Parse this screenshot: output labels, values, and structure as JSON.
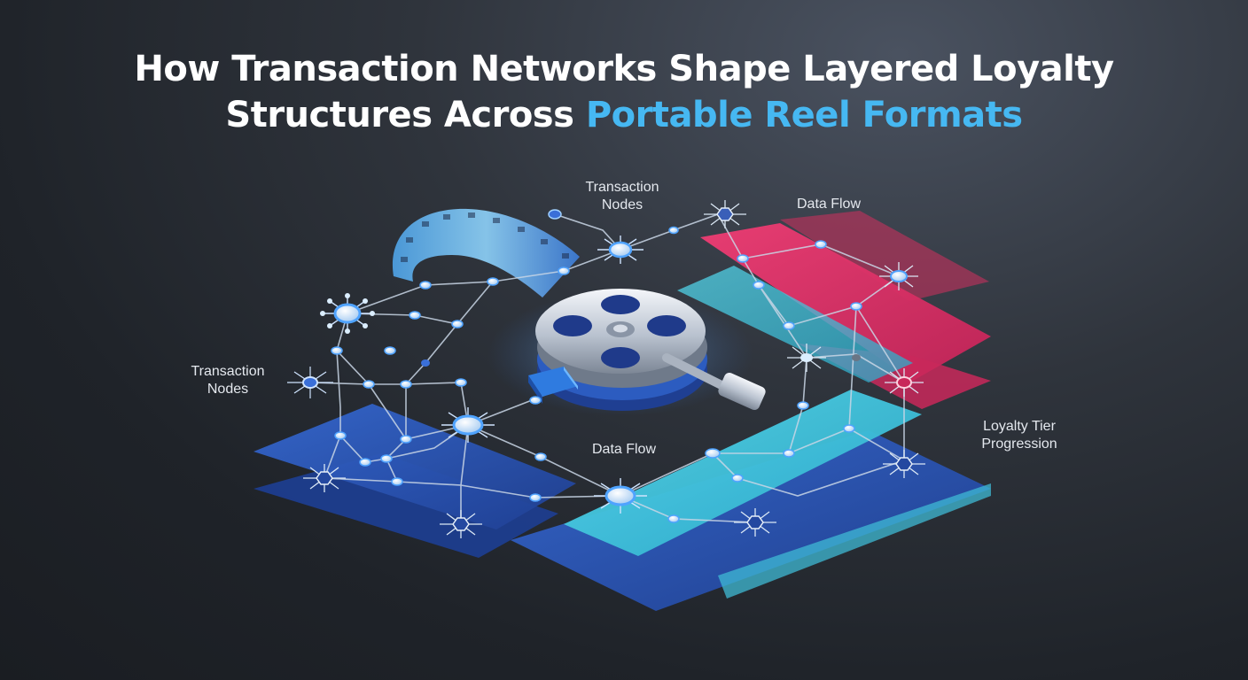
{
  "title": {
    "line1": "How Transaction Networks Shape Layered Loyalty",
    "line2_plain": "Structures Across ",
    "line2_accent": "Portable Reel Formats"
  },
  "labels": {
    "transaction_nodes_top": [
      "Transaction",
      "Nodes"
    ],
    "transaction_nodes_left": [
      "Transaction",
      "Nodes"
    ],
    "data_flow_top": "Data Flow",
    "data_flow_center": "Data Flow",
    "loyalty_tier": [
      "Loyalty Tier",
      "Progression"
    ]
  },
  "colors": {
    "accent_text": "#46b8f2",
    "plane_pink": "#e8336b",
    "plane_cyan": "#3fc6dc",
    "plane_blue": "#2f5fc0",
    "node_fill": "#d9ecff",
    "link": "#c9d6e6"
  },
  "icons": [
    "film-strip-icon",
    "film-reel-icon",
    "magnifier-icon",
    "usb-connector-icon",
    "hub-node-icon"
  ]
}
